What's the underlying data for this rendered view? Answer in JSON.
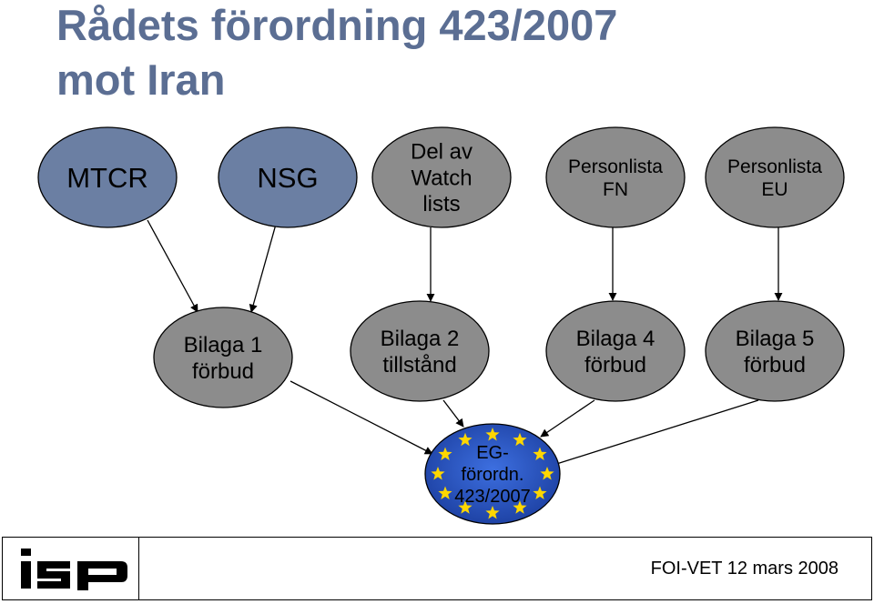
{
  "title": {
    "line1": "Rådets förordning 423/2007",
    "line2": "mot Iran"
  },
  "sources": [
    {
      "id": "mtcr",
      "lines": [
        "MTCR"
      ],
      "color": "#6b7fa3"
    },
    {
      "id": "nsg",
      "lines": [
        "NSG"
      ],
      "color": "#6b7fa3"
    },
    {
      "id": "watch",
      "lines": [
        "Del av",
        "Watch",
        "lists"
      ],
      "color": "#8c8c8c"
    },
    {
      "id": "fn",
      "lines": [
        "Personlista",
        "FN"
      ],
      "color": "#8c8c8c"
    },
    {
      "id": "eu",
      "lines": [
        "Personlista",
        "EU"
      ],
      "color": "#8c8c8c"
    }
  ],
  "annexes": [
    {
      "id": "bilaga1",
      "lines": [
        "Bilaga 1",
        "förbud"
      ],
      "color": "#8c8c8c"
    },
    {
      "id": "bilaga2",
      "lines": [
        "Bilaga 2",
        "tillstånd"
      ],
      "color": "#8c8c8c"
    },
    {
      "id": "bilaga4",
      "lines": [
        "Bilaga 4",
        "förbud"
      ],
      "color": "#8c8c8c"
    },
    {
      "id": "bilaga5",
      "lines": [
        "Bilaga 5",
        "förbud"
      ],
      "color": "#8c8c8c"
    }
  ],
  "target": {
    "id": "eg",
    "lines": [
      "EG-",
      "förordn.",
      "423/2007"
    ],
    "color": "#2a52be",
    "star_color": "#ffd700"
  },
  "edges": [
    [
      "mtcr",
      "bilaga1"
    ],
    [
      "nsg",
      "bilaga1"
    ],
    [
      "watch",
      "bilaga2"
    ],
    [
      "fn",
      "bilaga4"
    ],
    [
      "eu",
      "bilaga5"
    ],
    [
      "bilaga1",
      "eg"
    ],
    [
      "bilaga2",
      "eg"
    ],
    [
      "bilaga4",
      "eg"
    ],
    [
      "bilaga5",
      "eg"
    ]
  ],
  "footer": {
    "logo_text": "iSP",
    "date": "FOI-VET 12 mars 2008"
  }
}
